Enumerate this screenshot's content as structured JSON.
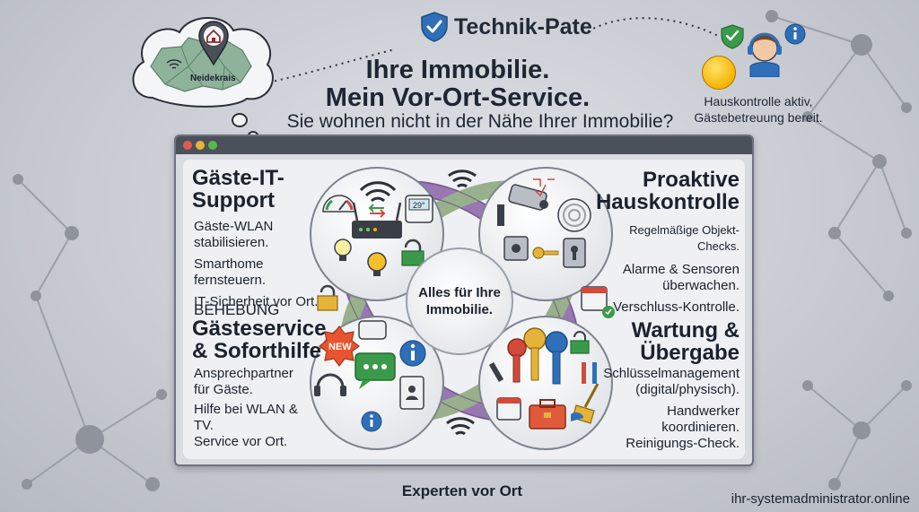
{
  "header": {
    "brand": "Technik-Pate",
    "headline_1": "Ihre Immobilie.",
    "headline_2": "Mein Vor-Ort-Service.",
    "subline": "Sie wohnen nicht in der Nähe Ihrer Immobilie?"
  },
  "map": {
    "region_label": "Neidekrais"
  },
  "status": {
    "line_1": "Hauskontrolle aktiv,",
    "line_2": "Gästebetreuung bereit."
  },
  "center": {
    "line_1": "Alles für Ihre",
    "line_2": "Immobilie."
  },
  "sections": {
    "guest_it": {
      "title_1": "Gäste-IT-",
      "title_2": "Support",
      "items": [
        "Gäste-WLAN",
        "stabilisieren.",
        "Smarthome fernsteuern.",
        "IT-Sicherheit vor Ort."
      ]
    },
    "inspection": {
      "title_1": "Proaktive",
      "title_2": "Hauskontrolle",
      "items": [
        "Regelmäßige Objekt-Checks.",
        "Alarme & Sensoren",
        "überwachen.",
        "Verschluss-Kontrolle."
      ]
    },
    "guest_service": {
      "kicker": "BEHEBUNG",
      "title_1": "Gästeservice",
      "title_2": "& Soforthilfe",
      "badge": "NEW",
      "items": [
        "Ansprechpartner",
        "für Gäste.",
        "Hilfe bei WLAN &",
        "TV.",
        "Service vor Ort."
      ]
    },
    "maintenance": {
      "title_1": "Wartung &",
      "title_2": "Übergabe",
      "items": [
        "Schlüsselmanagement",
        "(digital/physisch).",
        "Handwerker",
        "koordinieren.",
        "Reinigungs-Check."
      ]
    }
  },
  "router_display": "29°",
  "footer": {
    "tagline": "Experten vor Ort",
    "url": "ihr-systemadministrator.online"
  },
  "colors": {
    "accent_blue": "#2f6fb8",
    "ring_purple": "#8a63a8",
    "ring_green": "#8aa67a",
    "check_green": "#3a9a4a",
    "network_node": "#8f949c"
  },
  "icons": [
    "shield-check-icon",
    "house-pin-icon",
    "wifi-icon",
    "router-icon",
    "thermostat-icon",
    "gauge-icon",
    "lightbulb-icon",
    "lock-icon",
    "camera-icon",
    "alarm-sensor-icon",
    "key-icon",
    "door-lock-icon",
    "calendar-check-icon",
    "headset-icon",
    "chat-icon",
    "info-icon",
    "keys-icon",
    "tools-icon",
    "toolbox-icon",
    "broom-icon",
    "support-agent-icon",
    "sun-icon"
  ]
}
